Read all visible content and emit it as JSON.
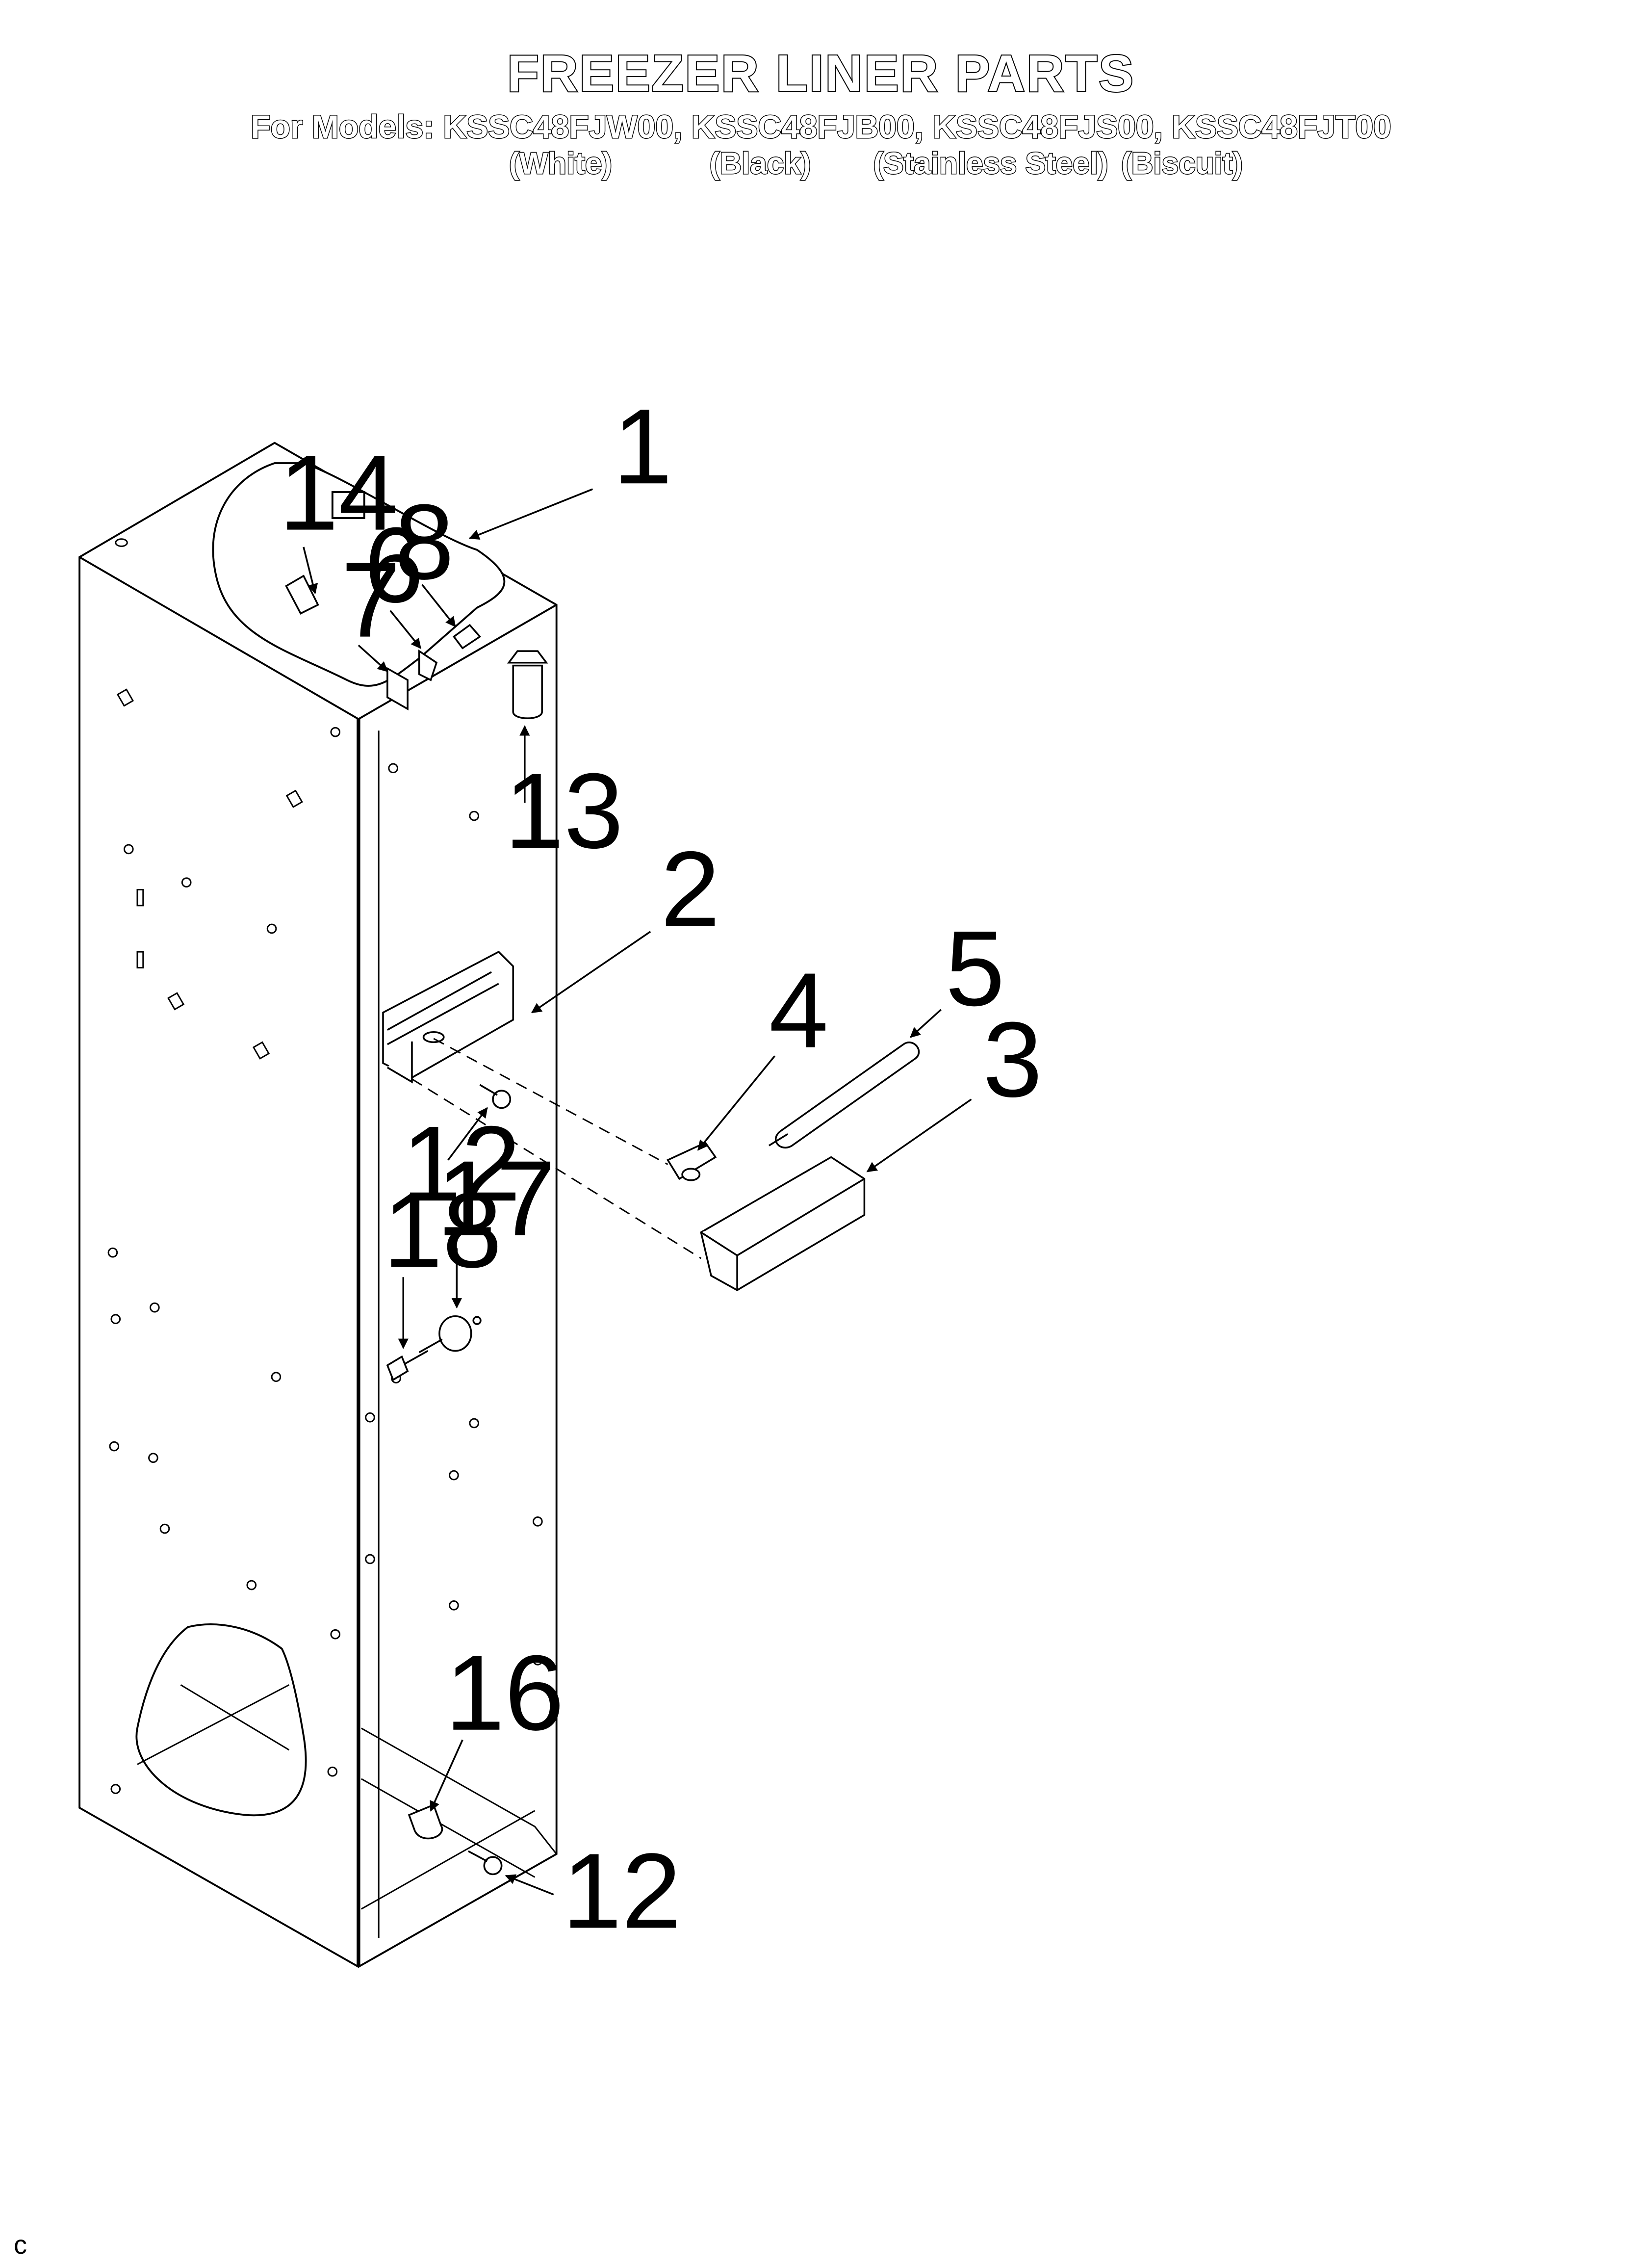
{
  "header": {
    "title": "FREEZER LINER PARTS",
    "models_line": "For Models: KSSC48FJW00, KSSC48FJB00, KSSC48FJS00, KSSC48FJT00",
    "variants": [
      "(White)",
      "(Black)",
      "(Stainless Steel)",
      "(Biscuit)"
    ]
  },
  "callouts": [
    "1",
    "14",
    "8",
    "6",
    "7",
    "13",
    "2",
    "5",
    "4",
    "3",
    "12",
    "17",
    "18",
    "16",
    "12"
  ],
  "footer_mark": "c"
}
